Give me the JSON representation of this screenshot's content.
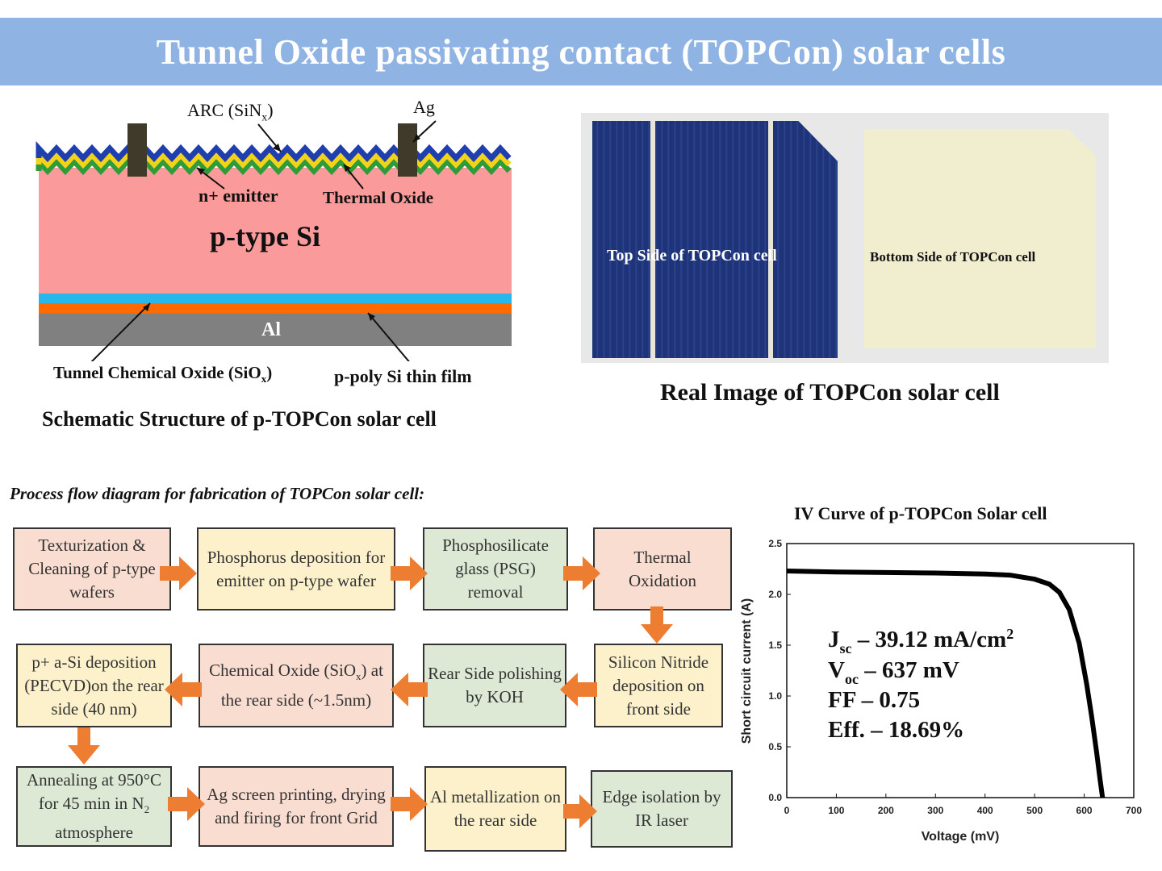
{
  "title": "Tunnel Oxide passivating contact (TOPCon) solar cells",
  "schematic": {
    "arc_label": "ARC (SiN",
    "arc_sub": "x",
    "arc_close": ")",
    "ag_label": "Ag",
    "emitter_label": "n+ emitter",
    "thermal_oxide_label": "Thermal Oxide",
    "substrate_label": "p-type Si",
    "al_label": "Al",
    "tunnel_oxide_label": "Tunnel Chemical Oxide (SiO",
    "tunnel_oxide_sub": "x",
    "tunnel_oxide_close": ")",
    "poly_label": "p-poly Si thin film",
    "caption": "Schematic Structure of p-TOPCon solar cell",
    "colors": {
      "arc": "#1f3fae",
      "oxide": "#f2d21a",
      "emitter": "#2e9c3a",
      "substrate": "#fb9a9a",
      "tunnel": "#29b6ea",
      "poly": "#ff6a00",
      "al": "#808080",
      "contact": "#3f3a2a"
    }
  },
  "photo": {
    "top_label": "Top Side of TOPCon cell",
    "bottom_label": "Bottom Side of TOPCon cell",
    "caption": "Real Image of TOPCon solar cell"
  },
  "process": {
    "title": "Process flow diagram for fabrication of TOPCon solar cell:",
    "steps": [
      "Texturization & Cleaning of p-type wafers",
      "Phosphorus deposition for emitter on p-type wafer",
      "Phosphosilicate glass (PSG) removal",
      "Thermal Oxidation",
      "Silicon Nitride deposition on front side",
      "Rear Side polishing by KOH",
      "Chemical Oxide (SiO",
      "p+ a-Si deposition (PECVD)on the rear side (40 nm)",
      "Annealing at 950°C for 45 min in N",
      "Ag screen printing, drying and firing for front Grid",
      "Al metallization on the rear side",
      "Edge isolation by IR laser"
    ],
    "step7_sub": "x",
    "step7_rest": ") at the rear side (~1.5nm)",
    "step9_sub": "2",
    "step9_rest": " atmosphere",
    "arrow_color": "#ed7d31"
  },
  "chart_data": {
    "type": "line",
    "title": "IV Curve of p-TOPCon Solar cell",
    "xlabel": "Voltage (mV)",
    "ylabel": "Short circuit current (A)",
    "xlim": [
      0,
      700
    ],
    "ylim": [
      0.0,
      2.5
    ],
    "xticks": [
      "0",
      "100",
      "200",
      "300",
      "400",
      "500",
      "600",
      "700"
    ],
    "yticks": [
      "0.0",
      "0.5",
      "1.0",
      "1.5",
      "2.0",
      "2.5"
    ],
    "x": [
      0,
      100,
      200,
      300,
      400,
      450,
      500,
      530,
      550,
      570,
      590,
      605,
      615,
      625,
      632,
      637
    ],
    "y": [
      2.23,
      2.22,
      2.215,
      2.21,
      2.2,
      2.19,
      2.15,
      2.1,
      2.02,
      1.85,
      1.52,
      1.12,
      0.8,
      0.45,
      0.18,
      0.0
    ],
    "annotations": {
      "jsc": {
        "main": "J",
        "sub": "sc",
        "rest": " – 39.12 mA/cm",
        "sup": "2"
      },
      "voc": {
        "main": "V",
        "sub": "oc",
        "rest": " – 637 mV"
      },
      "ff": "FF – 0.75",
      "eff": "Eff. – 18.69%"
    }
  }
}
